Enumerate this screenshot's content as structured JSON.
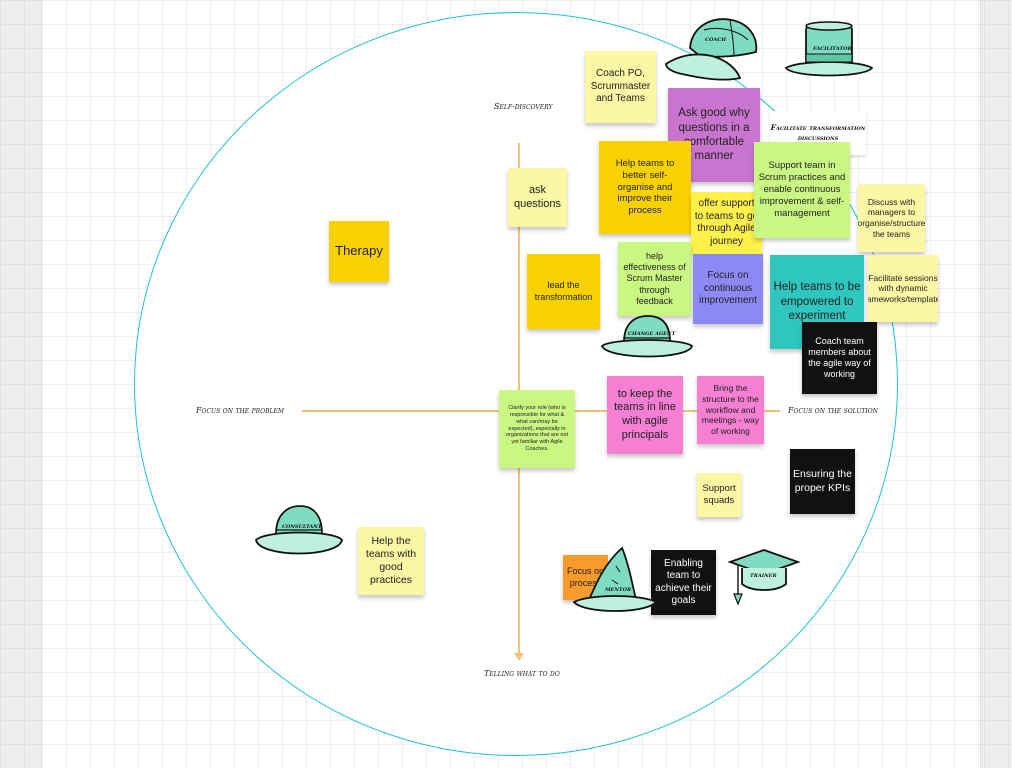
{
  "axes": {
    "top": "Self-discovery",
    "left": "Focus on the problem",
    "right": "Focus on the solution",
    "bottom": "Telling what to do"
  },
  "colors": {
    "circle": "#1fc3d3",
    "axis": "#f0c27a",
    "hat": "#7fdcc0"
  },
  "hats": {
    "coach": "COACH",
    "facilitator": "FACILITATOR",
    "change_agent": "CHANGE AGENT",
    "consultant": "CONSULTANT",
    "mentor": "MENTOR",
    "trainer": "TRAINER"
  },
  "notes": {
    "coach_po": "Coach PO, Scrummaster and Teams",
    "ask_good_why": "Ask good why questions in a comfortable manner",
    "facilitate_transformation": "Facilitate transformation discussions",
    "ask_questions": "ask questions",
    "help_self_organise": "Help teams to better self-organise and improve their process",
    "offer_support": "offer support to teams to go through Agile journey",
    "support_scrum": "Support team in Scrum practices and enable continuous improvement & self-management",
    "discuss_managers": "Discuss with managers to organise/structure the teams",
    "therapy": "Therapy",
    "lead_transformation": "lead the transformation",
    "help_effectiveness": "help effectiveness of Scrum Master through feedback",
    "focus_continuous": "Focus on continuous improvement",
    "empowered": "Help teams to be empowered to experiment",
    "facilitate_sessions": "Facilitate sessions with dynamic frameworks/templates",
    "coach_team": "Coach team members about the agile way of working",
    "clarify_role": "Clarify your role (who is responsible for what & what can/may be expected), especially in organizations that are not yet familiar with Agile Coaches.",
    "keep_in_line": "to keep the teams in line with agile principals",
    "bring_structure": "Bring the structure to the workflow and meetings - way of working",
    "proper_kpis": "Ensuring the proper KPIs",
    "support_squads": "Support squads",
    "good_practices": "Help the teams with good practices",
    "focus_process": "Focus on process",
    "enabling_team": "Enabling team to achieve their goals"
  }
}
